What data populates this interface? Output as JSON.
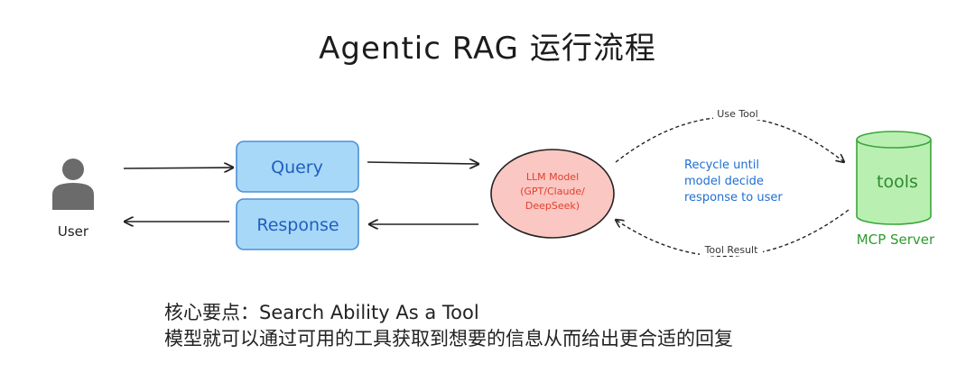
{
  "title": "Agentic RAG 运行流程",
  "user": {
    "label": "User"
  },
  "query": {
    "label": "Query"
  },
  "response": {
    "label": "Response"
  },
  "llm": {
    "lines": [
      "LLM Model",
      "(GPT/Claude/",
      "DeepSeek)"
    ]
  },
  "loop_note": {
    "lines": [
      "Recycle until",
      "model decide",
      "response to user"
    ]
  },
  "arrows": {
    "use_tool": "Use Tool",
    "tool_result": "Tool Result"
  },
  "tools": {
    "label": "tools",
    "server": "MCP Server"
  },
  "footer": {
    "line1": "核心要点：Search Ability As a Tool",
    "line2": "模型就可以通过可用的工具获取到想要的信息从而给出更合适的回复"
  },
  "colors": {
    "box_fill": "#a8d8f8",
    "box_stroke": "#4a90d9",
    "llm_fill": "#fbc7c2",
    "llm_stroke": "#222222",
    "tools_fill": "#b9f0b2",
    "tools_stroke": "#3aa53a",
    "user_fill": "#6b6b6b"
  }
}
